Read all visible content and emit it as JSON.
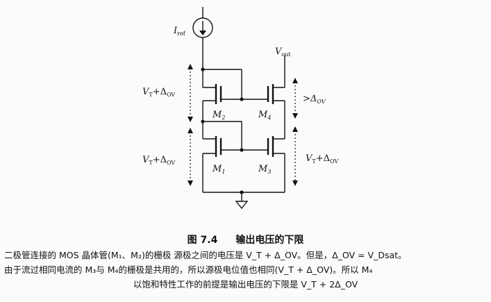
{
  "labels": {
    "iref": "I",
    "iref_sub": "ref",
    "vout": "V",
    "vout_sub": "out",
    "m1": "M",
    "m1_sub": "1",
    "m2": "M",
    "m2_sub": "2",
    "m3": "M",
    "m3_sub": "3",
    "m4": "M",
    "m4_sub": "4",
    "vt_dov_left_top": "V",
    "vt_dov_left_top_sub": "T",
    "vt_dov_left_top_rest": "+Δ",
    "vt_dov_left_top_rest_sub": "OV",
    "vt_dov_left_bot": "V",
    "vt_dov_left_bot_sub": "T",
    "vt_dov_left_bot_rest": "+Δ",
    "vt_dov_left_bot_rest_sub": "OV",
    "gt_dov": ">Δ",
    "gt_dov_sub": "OV",
    "vt_dov_right": "V",
    "vt_dov_right_sub": "T",
    "vt_dov_right_rest": "+Δ",
    "vt_dov_right_rest_sub": "OV"
  },
  "caption": {
    "fig_num": "图 7.4",
    "fig_title": "输出电压的下限",
    "line1": "二极管连接的 MOS 晶体管(M₁、M₂)的栅极 源极之间的电压是 V_T + Δ_OV。但是，Δ_OV = V_Dsat。",
    "line2": "由于流过相同电流的 M₃与 M₄的栅极是共用的，所以源极电位值也相同(V_T + Δ_OV)。所以 M₄",
    "line3": "以饱和特性工作的前提是输出电压的下限是 V_T + 2Δ_OV"
  }
}
